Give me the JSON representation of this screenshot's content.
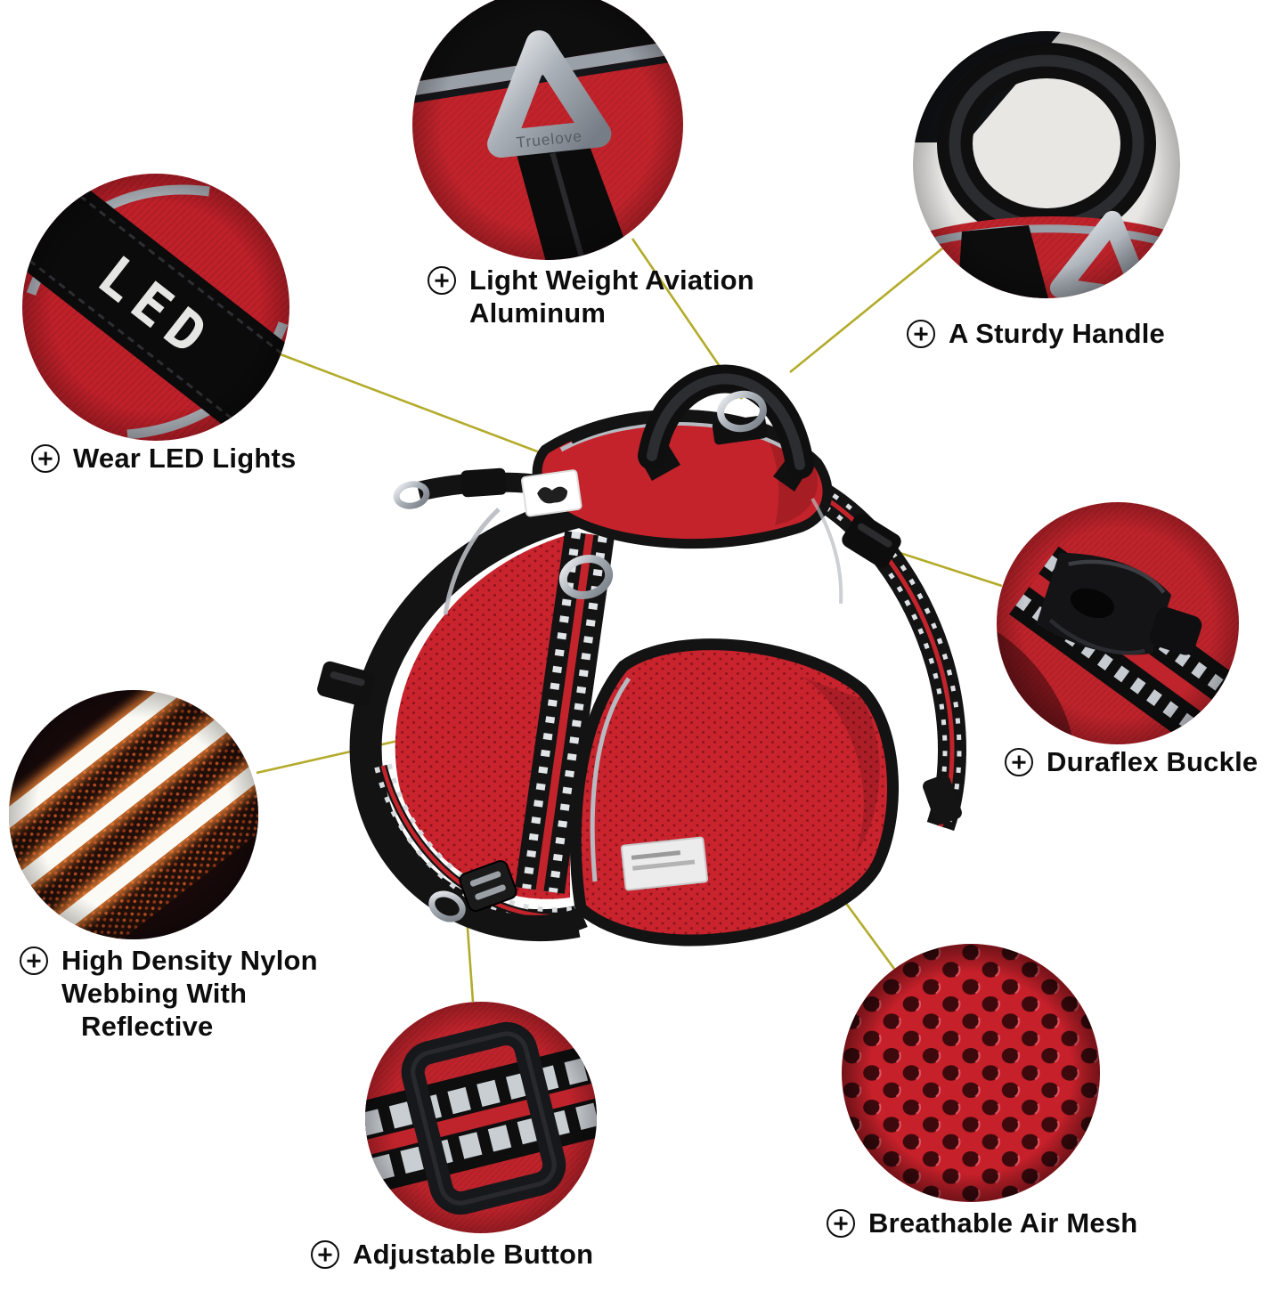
{
  "diagram": {
    "subject": "dog harness feature callout diagram",
    "background": "#ffffff"
  },
  "colors": {
    "connector_line": "#b3ab2a",
    "harness_red": "#c5232b",
    "strap_black": "#121212",
    "metal_silver": "#b9bec5",
    "label_text": "#0d0d0d"
  },
  "brand": {
    "engraving": "Truelove"
  },
  "led_strap_text": "LED",
  "features": {
    "aluminum": {
      "lines": [
        "Light Weight Aviation",
        "Aluminum"
      ]
    },
    "handle": {
      "lines": [
        "A Sturdy Handle"
      ]
    },
    "led": {
      "lines": [
        "Wear LED Lights"
      ]
    },
    "buckle": {
      "lines": [
        "Duraflex Buckle"
      ]
    },
    "webbing": {
      "lines": [
        "High Density Nylon",
        "Webbing With",
        "Reflective"
      ]
    },
    "adjust": {
      "lines": [
        "Adjustable Button"
      ]
    },
    "mesh": {
      "lines": [
        "Breathable Air Mesh"
      ]
    }
  },
  "icons": {
    "feature_bullet": "circled-plus-icon"
  }
}
